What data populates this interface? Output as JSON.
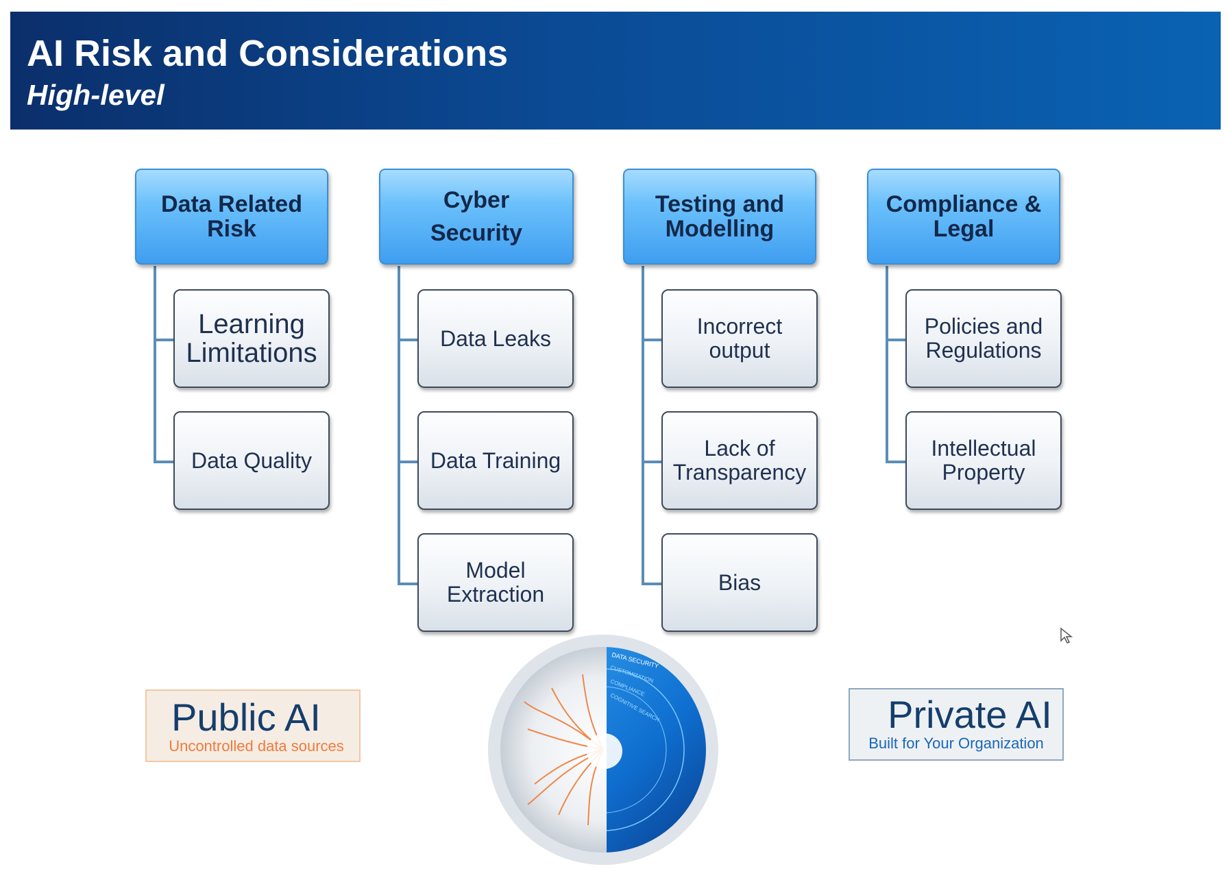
{
  "slide": {
    "title": "AI Risk and Considerations",
    "subtitle": "High-level"
  },
  "categories": [
    {
      "header": "Data Related Risk",
      "items": [
        "Learning Limitations",
        "Data Quality"
      ]
    },
    {
      "header": "Cyber Security",
      "items": [
        "Data Leaks",
        "Data Training",
        "Model Extraction"
      ]
    },
    {
      "header": "Testing and Modelling",
      "items": [
        "Incorrect output",
        "Lack of Transparency",
        "Bias"
      ]
    },
    {
      "header": "Compliance & Legal",
      "items": [
        "Policies and Regulations",
        "Intellectual Property"
      ]
    }
  ],
  "public_ai": {
    "title": "Public AI",
    "subtitle": "Uncontrolled data sources"
  },
  "private_ai": {
    "title": "Private AI",
    "subtitle": "Built for Your Organization"
  },
  "globe_labels": [
    "DATA SECURITY",
    "CUSTOMIZATION",
    "COMPLIANCE",
    "COGNITIVE SEARCH"
  ],
  "colors": {
    "banner": "#0b4a94",
    "accent_orange": "#ef7b3b",
    "accent_blue": "#1a66b8"
  }
}
